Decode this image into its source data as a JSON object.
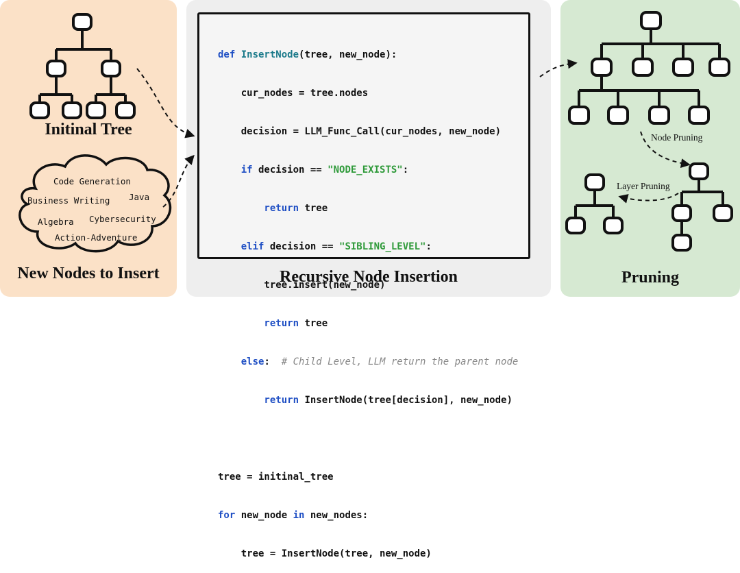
{
  "panels": {
    "left_title_1": "Initinal Tree",
    "left_title_2": "New Nodes to Insert",
    "middle_title": "Recursive Node Insertion",
    "right_title": "Pruning"
  },
  "cloud_words": [
    "Code Generation",
    "Business Writing",
    "Java",
    "Algebra",
    "Cybersecurity",
    "Action-Adventure"
  ],
  "code": {
    "l1_kw": "def ",
    "l1_fn": "InsertNode",
    "l1_rest": "(tree, new_node):",
    "l2": "    cur_nodes = tree.nodes",
    "l3": "    decision = LLM_Func_Call(cur_nodes, new_node)",
    "l4_kw": "    if",
    "l4_mid": " decision == ",
    "l4_str": "\"NODE_EXISTS\"",
    "l4_end": ":",
    "l5_kw": "        return",
    "l5_rest": " tree",
    "l6_kw": "    elif",
    "l6_mid": " decision == ",
    "l6_str": "\"SIBLING_LEVEL\"",
    "l6_end": ":",
    "l7": "        tree.insert(new_node)",
    "l8_kw": "        return",
    "l8_rest": " tree",
    "l9_kw": "    else",
    "l9_mid": ":  ",
    "l9_cm": "# Child Level, LLM return the parent node",
    "l10_kw": "        return",
    "l10_rest": " InsertNode(tree[decision], new_node)",
    "l11": "",
    "l12": "tree = initinal_tree",
    "l13_kw": "for",
    "l13_mid": " new_node ",
    "l13_kw2": "in",
    "l13_rest": " new_nodes:",
    "l14": "    tree = InsertNode(tree, new_node)"
  },
  "pruning": {
    "node_pruning": "Node Pruning",
    "layer_pruning": "Layer Pruning"
  },
  "colors": {
    "left_panel": "#fbe1c7",
    "middle_panel": "#eeeeee",
    "right_panel": "#d6e9d2",
    "keyword": "#1f4fc4",
    "function": "#1b7a8a",
    "string": "#2f9a3a",
    "comment": "#888888"
  }
}
